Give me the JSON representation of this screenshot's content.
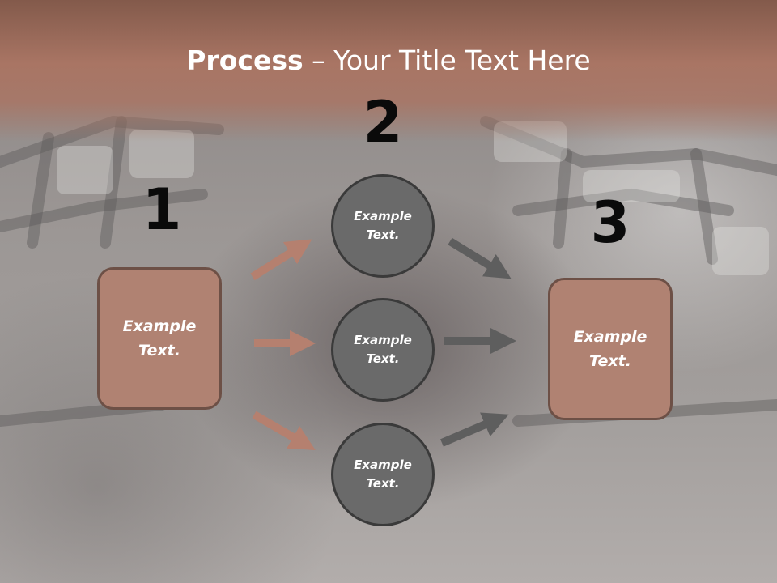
{
  "title": {
    "bold": "Process",
    "rest": " – Your Title Text Here"
  },
  "steps": [
    {
      "number": "1",
      "box_text": "Example\nText."
    },
    {
      "number": "2"
    },
    {
      "number": "3",
      "box_text": "Example\nText."
    }
  ],
  "circles": [
    {
      "text": "Example\nText."
    },
    {
      "text": "Example\nText."
    },
    {
      "text": "Example\nText."
    }
  ],
  "colors": {
    "header": "#a97564",
    "box_fill": "#b08272",
    "box_border": "#6d5046",
    "circle_fill": "#6a6a6a",
    "circle_border": "#3a3a3a",
    "arrow_left": "#b5806f",
    "arrow_right": "#5e5e5e"
  }
}
